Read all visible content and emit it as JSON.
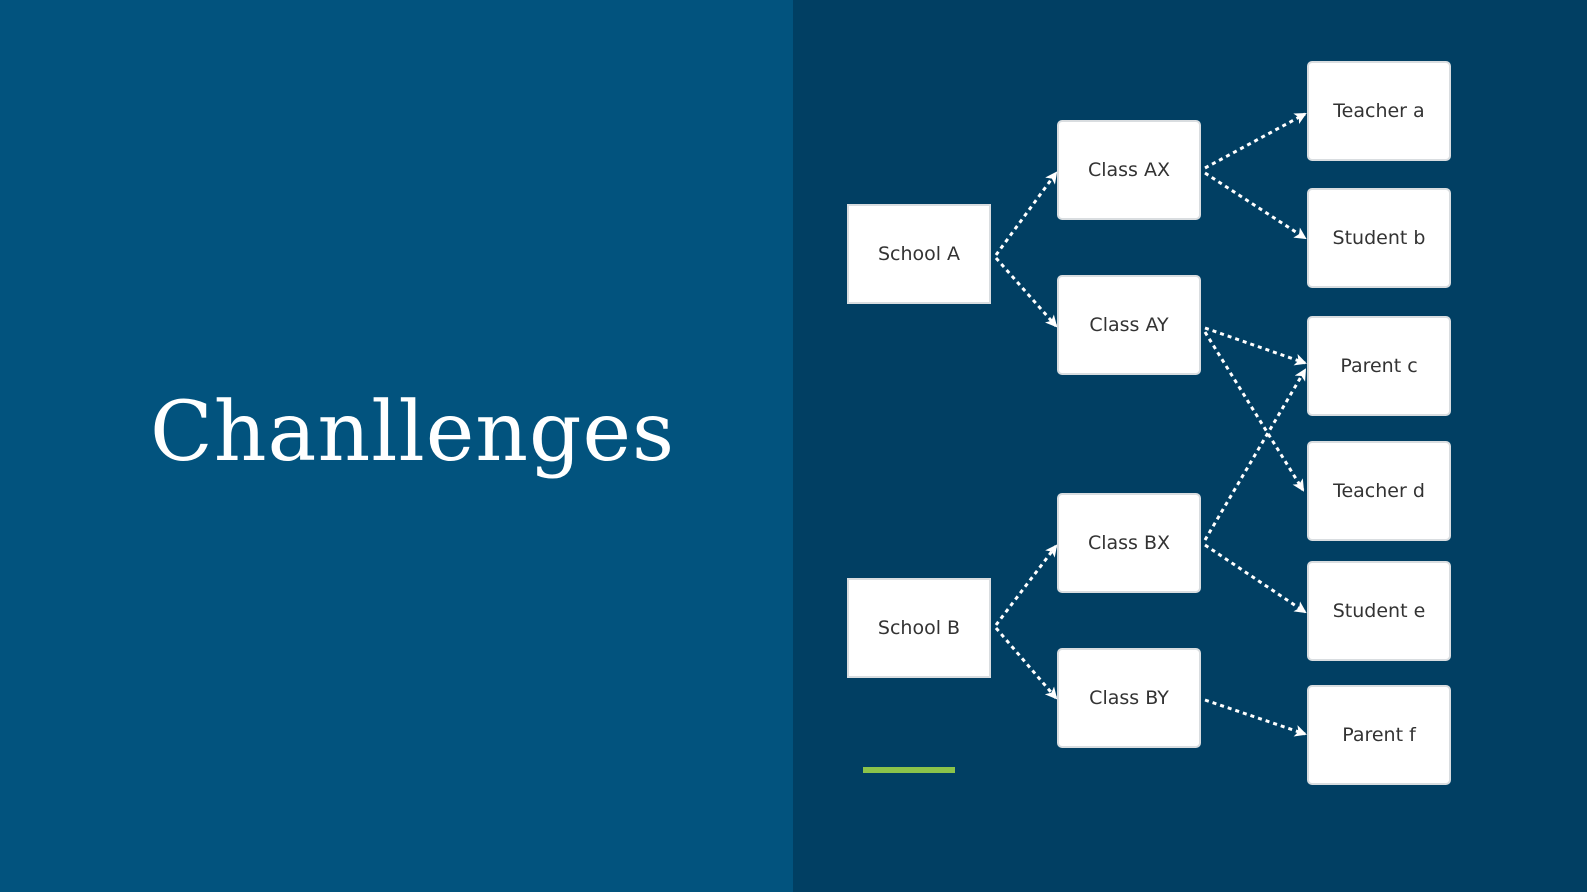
{
  "slide": {
    "title": "Chanllenges",
    "colors": {
      "left_bg": "#02537E",
      "right_bg": "#013F63",
      "accent": "#8BC34A",
      "node_bg": "#FFFFFF",
      "node_text": "#333333",
      "link": "#FFFFFF"
    }
  },
  "diagram": {
    "nodes": {
      "school_a": "School A",
      "school_b": "School B",
      "class_ax": "Class AX",
      "class_ay": "Class AY",
      "class_bx": "Class BX",
      "class_by": "Class BY",
      "teacher_a": "Teacher a",
      "student_b": "Student b",
      "parent_c": "Parent c",
      "teacher_d": "Teacher d",
      "student_e": "Student e",
      "parent_f": "Parent f"
    },
    "edges": [
      [
        "School A",
        "Class AX"
      ],
      [
        "School A",
        "Class AY"
      ],
      [
        "Class AX",
        "Teacher a"
      ],
      [
        "Class AX",
        "Student b"
      ],
      [
        "Class AY",
        "Parent c"
      ],
      [
        "Class AY",
        "Teacher d"
      ],
      [
        "School B",
        "Class BX"
      ],
      [
        "School B",
        "Class BY"
      ],
      [
        "Class BX",
        "Parent c"
      ],
      [
        "Class BX",
        "Student e"
      ],
      [
        "Class BY",
        "Parent f"
      ]
    ]
  }
}
